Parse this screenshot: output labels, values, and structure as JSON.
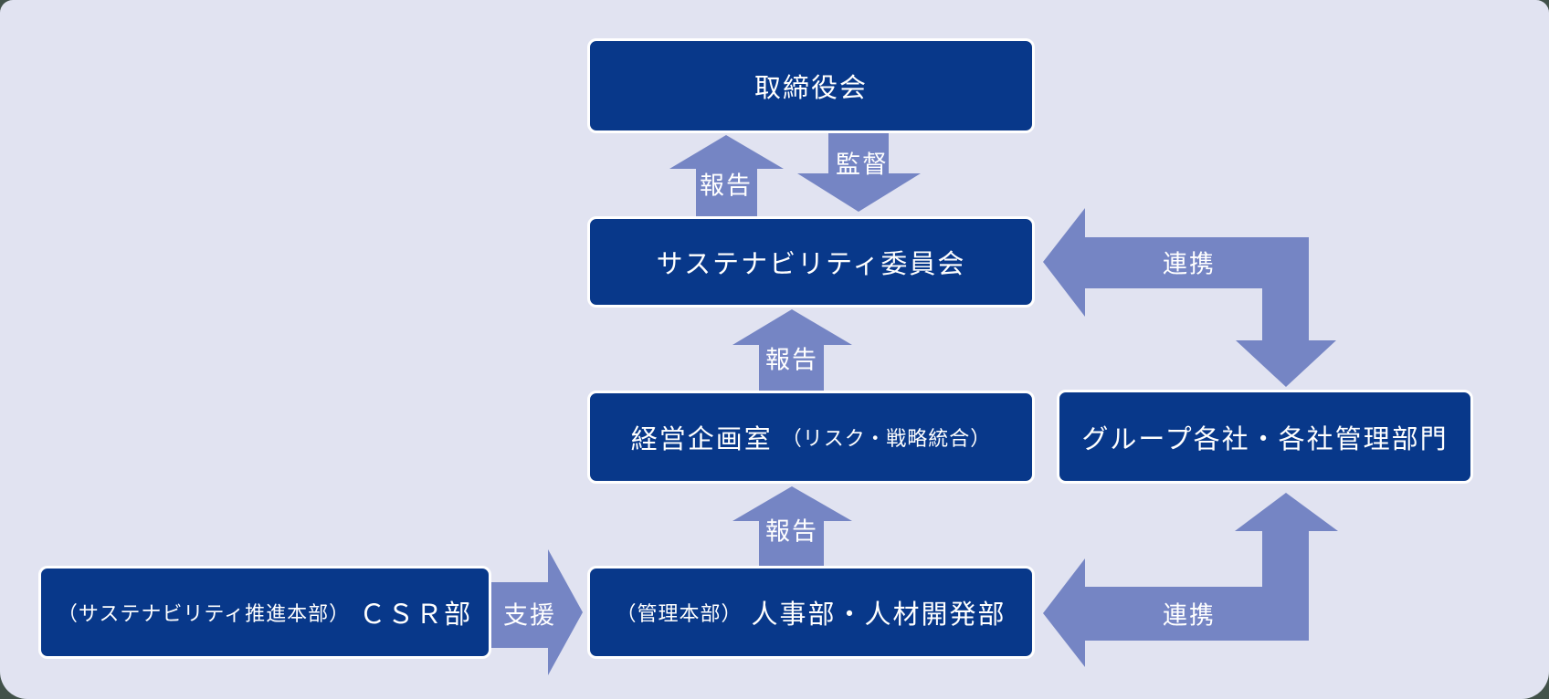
{
  "diagram": {
    "type": "governance-structure-flowchart",
    "language": "ja"
  },
  "colors": {
    "background": "#e1e3f1",
    "outside_background": "#42524a",
    "box_fill": "#08388a",
    "box_border": "#ffffff",
    "arrow_fill": "#7585c4",
    "text": "#ffffff"
  },
  "boxes": [
    {
      "id": "board-of-directors",
      "label": "取締役会"
    },
    {
      "id": "sustainability-committee",
      "label": "サステナビリティ委員会"
    },
    {
      "id": "corporate-planning-office",
      "label_main": "経営企画室",
      "label_sub": "（リスク・戦略統合）"
    },
    {
      "id": "hr-division",
      "label_sub": "（管理本部）",
      "label_main": "人事部・人材開発部"
    },
    {
      "id": "csr-division",
      "label_sub": "（サステナビリティ推進本部）",
      "label_main": "ＣＳＲ部"
    },
    {
      "id": "group-companies",
      "label": "グループ各社・各社管理部門"
    }
  ],
  "arrows": [
    {
      "id": "report-committee-to-board",
      "label": "報告",
      "direction": "up"
    },
    {
      "id": "supervise-board-to-committee",
      "label": "監督",
      "direction": "down"
    },
    {
      "id": "report-planning-to-committee",
      "label": "報告",
      "direction": "up"
    },
    {
      "id": "report-hr-to-planning",
      "label": "報告",
      "direction": "up"
    },
    {
      "id": "support-csr-to-hr",
      "label": "支援",
      "direction": "right"
    },
    {
      "id": "collab-group-to-committee",
      "label": "連携",
      "direction": "elbow-left-down"
    },
    {
      "id": "collab-group-to-hr",
      "label": "連携",
      "direction": "elbow-left-up"
    }
  ]
}
